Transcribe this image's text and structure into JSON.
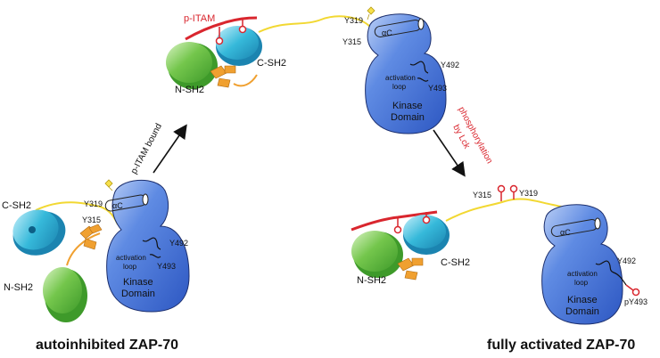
{
  "captions": {
    "left": "autoinhibited ZAP-70",
    "right": "fully activated ZAP-70"
  },
  "arrows": {
    "step1": "p-ITAM bound",
    "step2_line1": "phosphorylation",
    "step2_line2": "by Lck"
  },
  "labels": {
    "p_itam": "p-ITAM",
    "c_sh2": "C-SH2",
    "n_sh2": "N-SH2",
    "y319": "Y319",
    "y315": "Y315",
    "y492": "Y492",
    "y493": "Y493",
    "py493": "pY493",
    "alpha_c": "αC",
    "activation": "activation",
    "loop": "loop",
    "kinase": "Kinase",
    "domain": "Domain"
  },
  "colors": {
    "kinase_blue": "#3f6fd6",
    "sh2_cyan": "#2bb5d6",
    "sh2_green": "#6cc24a",
    "linker_yellow": "#f7e04b",
    "interdomain_orange": "#f0a030",
    "itam_red": "#d9262e"
  }
}
